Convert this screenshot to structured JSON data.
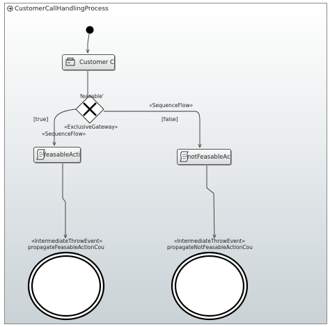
{
  "diagram": {
    "title": "CustomerCallHandlingProcess",
    "nodes": {
      "customer_call": "Customer Cal",
      "feasable_action": "feasableAction",
      "not_feasable_action": "notFeasableAction"
    },
    "gateway": {
      "stereotype": "«ExclusiveGateway»",
      "label": "feasable'"
    },
    "flows": {
      "true_guard": "[true]",
      "false_guard": "[false]",
      "sequence_flow_left": "«SequenceFlow»",
      "sequence_flow_right": "«SequenceFlow»"
    },
    "events": {
      "left_stereotype": "«IntermediateThrowEvent»",
      "left_name": "propagateFeasableActionCou",
      "right_stereotype": "«IntermediateThrowEvent»",
      "right_name": "propagateNotFeasableActionCou"
    }
  }
}
